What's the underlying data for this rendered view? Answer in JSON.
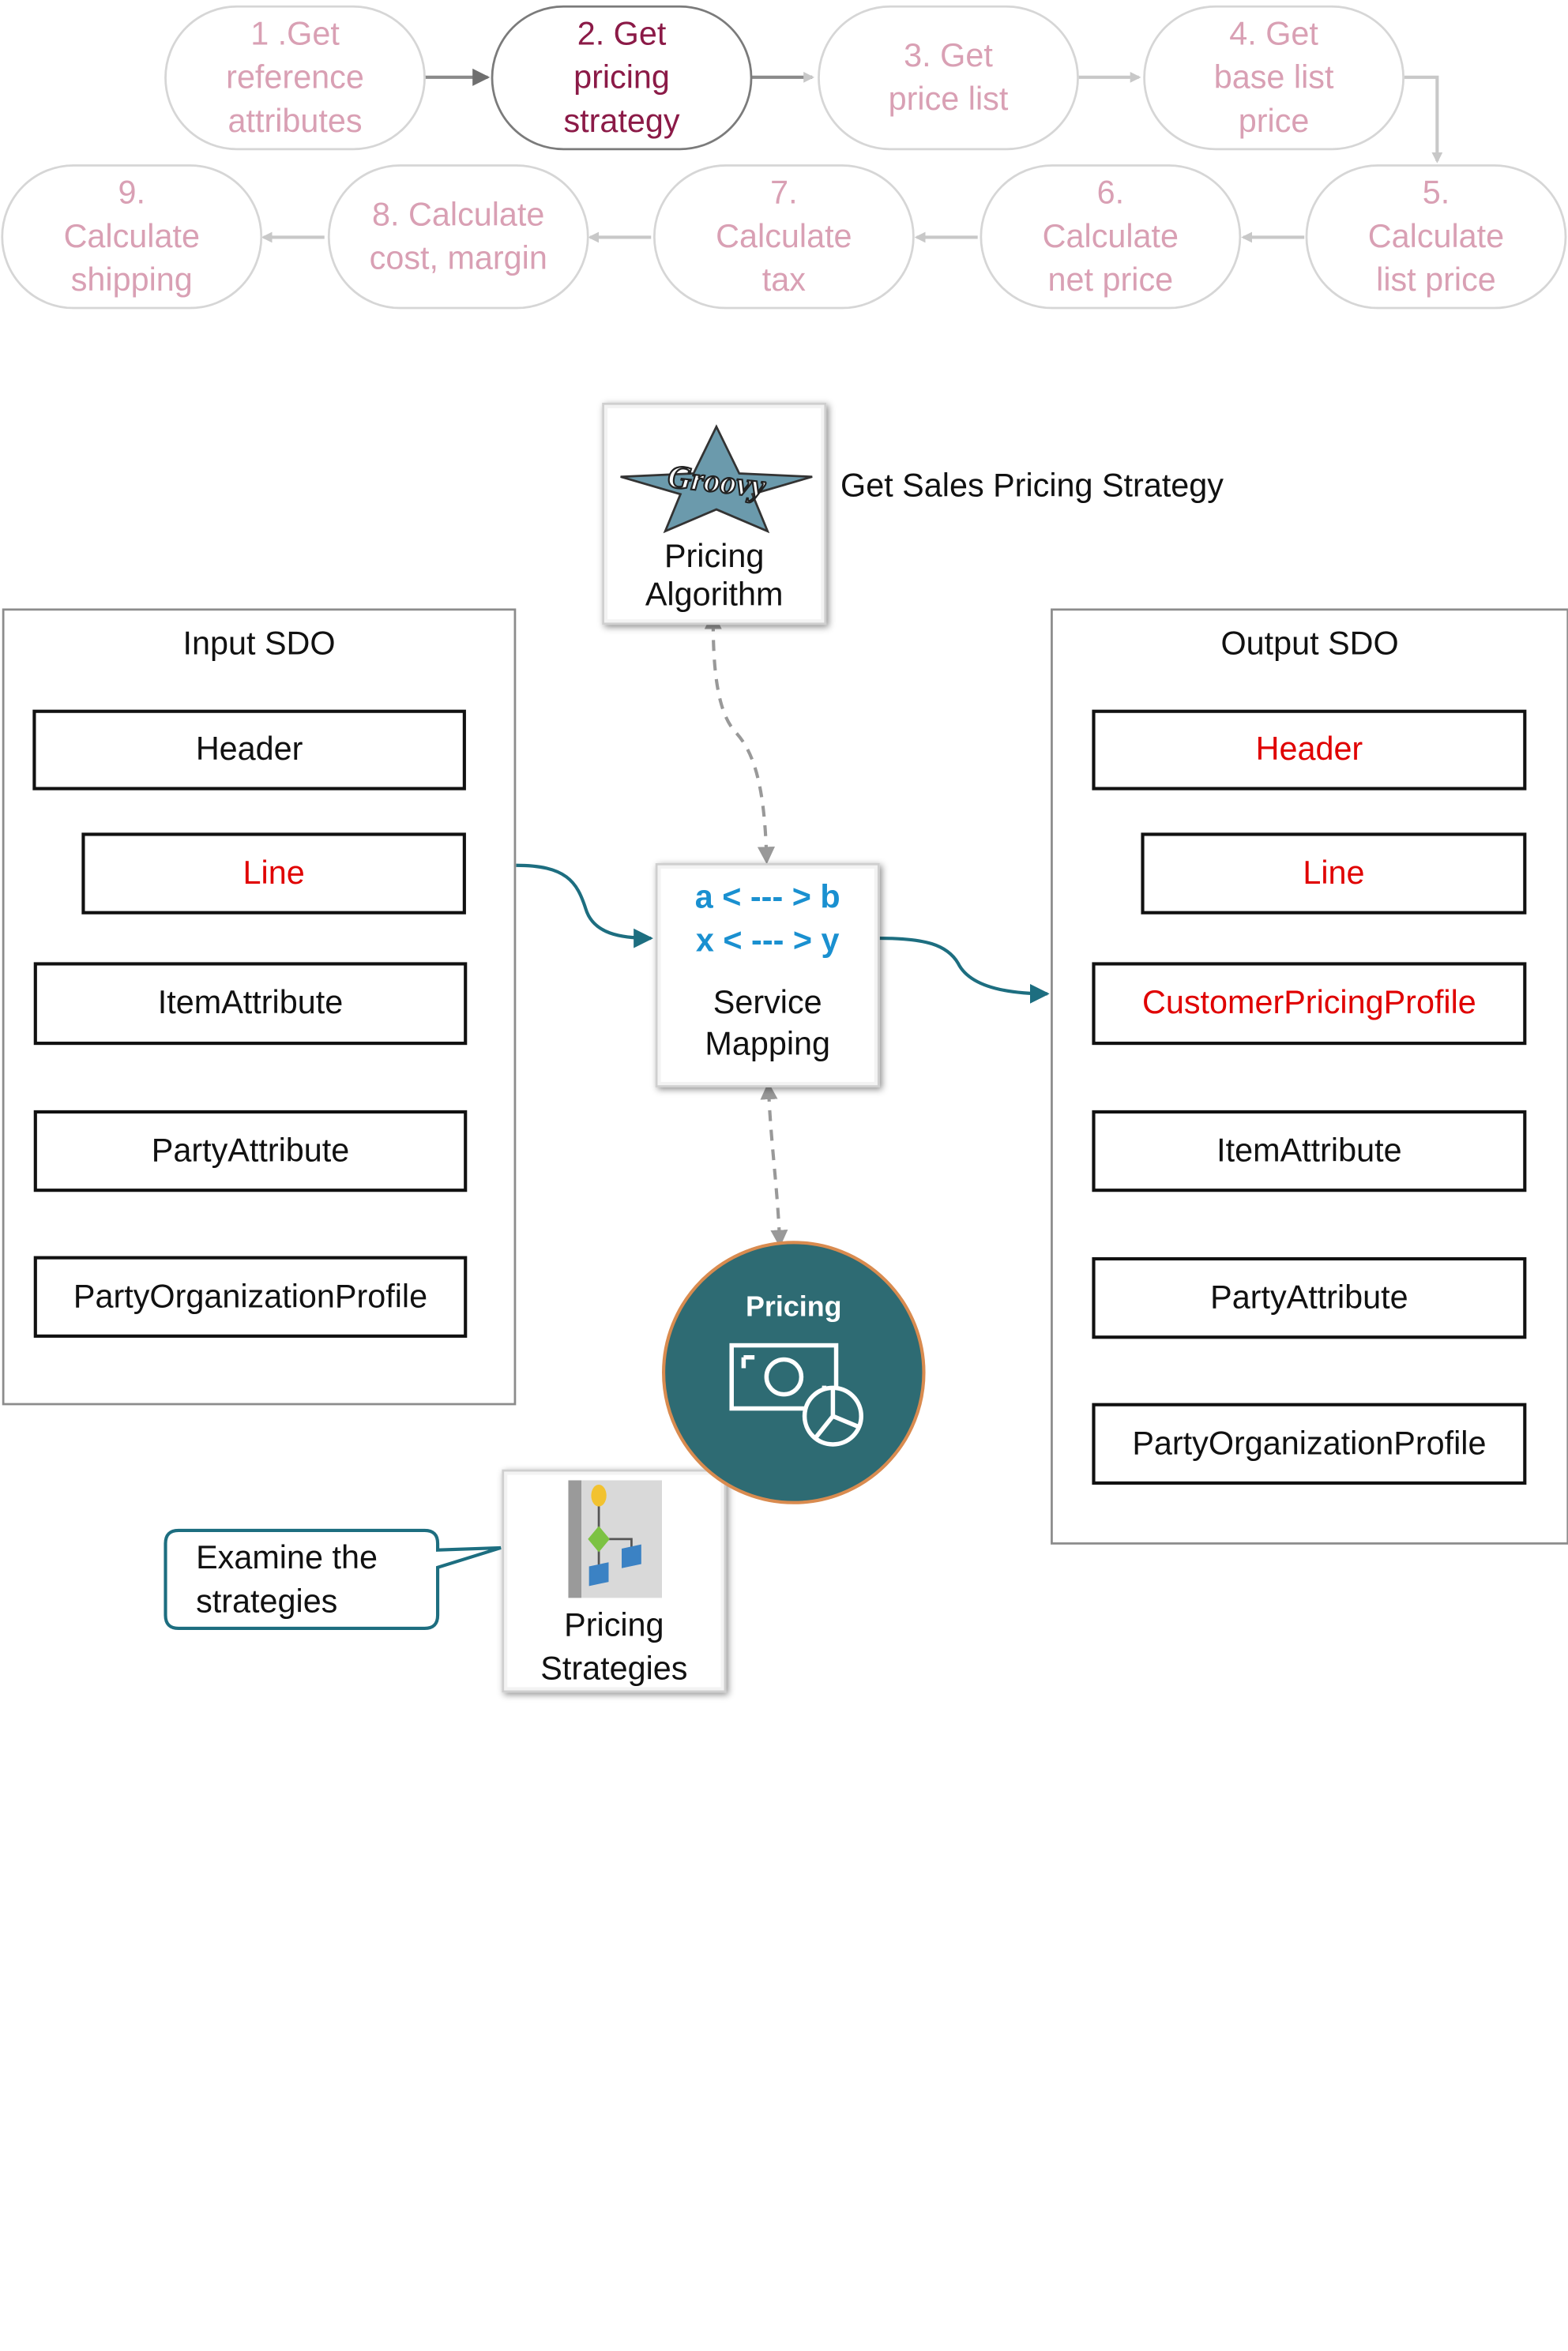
{
  "flow_steps": [
    {
      "lines": [
        "1 .Get",
        "reference",
        "attributes"
      ],
      "active": false
    },
    {
      "lines": [
        "2. Get",
        "pricing",
        "strategy"
      ],
      "active": true
    },
    {
      "lines": [
        "3. Get",
        "price list"
      ],
      "active": false
    },
    {
      "lines": [
        "4. Get",
        "base list",
        "price"
      ],
      "active": false
    },
    {
      "lines": [
        "5.",
        "Calculate",
        "list price"
      ],
      "active": false
    },
    {
      "lines": [
        "6.",
        "Calculate",
        "net price"
      ],
      "active": false
    },
    {
      "lines": [
        "7.",
        "Calculate",
        "tax"
      ],
      "active": false
    },
    {
      "lines": [
        "8. Calculate",
        "cost, margin"
      ],
      "active": false
    },
    {
      "lines": [
        "9.",
        "Calculate",
        "shipping"
      ],
      "active": false
    }
  ],
  "algorithm": {
    "logo_text": "Groovy",
    "label_line1": "Pricing",
    "label_line2": "Algorithm",
    "caption": "Get Sales Pricing Strategy"
  },
  "input_sdo": {
    "title": "Input SDO",
    "items": [
      "Header",
      "Line",
      "ItemAttribute",
      "PartyAttribute",
      "PartyOrganizationProfile"
    ]
  },
  "output_sdo": {
    "title": "Output SDO",
    "items": [
      "Header",
      "Line",
      "CustomerPricingProfile",
      "ItemAttribute",
      "PartyAttribute",
      "PartyOrganizationProfile"
    ]
  },
  "service_mapping": {
    "map_line1": "a < --- > b",
    "map_line2": "x < --- > y",
    "label_line1": "Service",
    "label_line2": "Mapping"
  },
  "pricing_circle": {
    "label": "Pricing"
  },
  "pricing_strategies": {
    "label_line1": "Pricing",
    "label_line2": "Strategies"
  },
  "callout": {
    "line1": "Examine the",
    "line2": "strategies"
  },
  "colors": {
    "inactive_text": "#d9a0b4",
    "active_text": "#8b1a47",
    "highlight_red": "#e00000",
    "teal": "#1d6e80",
    "mapping_blue": "#1a90d0",
    "circle_fill": "#2e6b73",
    "circle_border": "#d98b4f"
  }
}
